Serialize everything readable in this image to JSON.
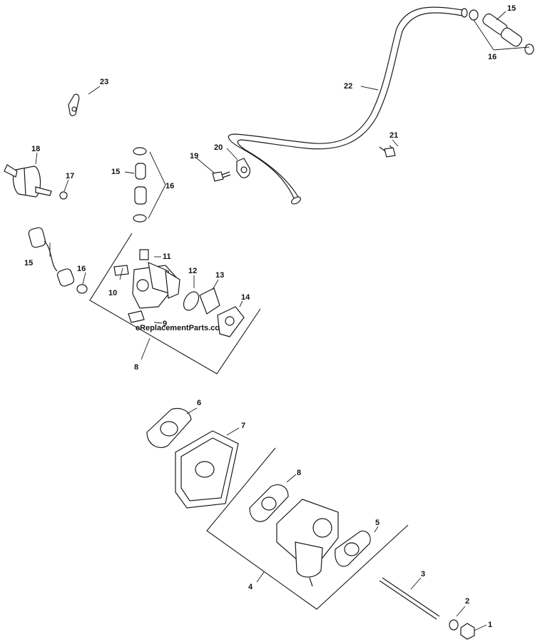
{
  "watermark": "eReplacementParts.com",
  "callouts": {
    "c1": "1",
    "c2": "2",
    "c3": "3",
    "c4": "4",
    "c5": "5",
    "c6": "6",
    "c7": "7",
    "c8a": "8",
    "c8b": "8",
    "c9": "9",
    "c10": "10",
    "c11": "11",
    "c12": "12",
    "c13": "13",
    "c14": "14",
    "c15a": "15",
    "c15b": "15",
    "c15c": "15",
    "c16a": "16",
    "c16b": "16",
    "c16c": "16",
    "c17": "17",
    "c18": "18",
    "c19": "19",
    "c20": "20",
    "c21": "21",
    "c22": "22",
    "c23": "23"
  }
}
